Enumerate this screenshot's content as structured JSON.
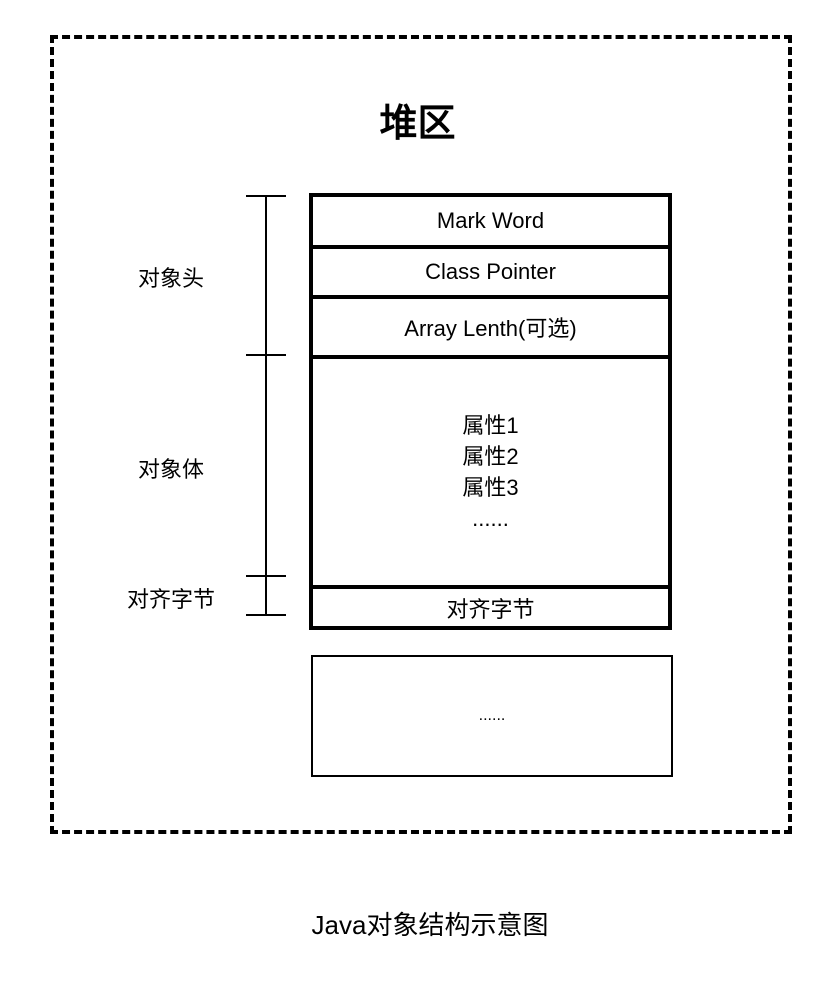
{
  "heap": {
    "title": "堆区"
  },
  "object": {
    "cells": [
      {
        "label": "Mark Word"
      },
      {
        "label": "Class Pointer"
      },
      {
        "label": "Array Lenth(可选)"
      },
      {
        "lines": [
          "属性1",
          "属性2",
          "属性3",
          "......"
        ]
      },
      {
        "label": "对齐字节"
      }
    ]
  },
  "brackets": {
    "header": "对象头",
    "body": "对象体",
    "padding": "对齐字节"
  },
  "next_object": {
    "label": "......"
  },
  "caption": "Java对象结构示意图"
}
